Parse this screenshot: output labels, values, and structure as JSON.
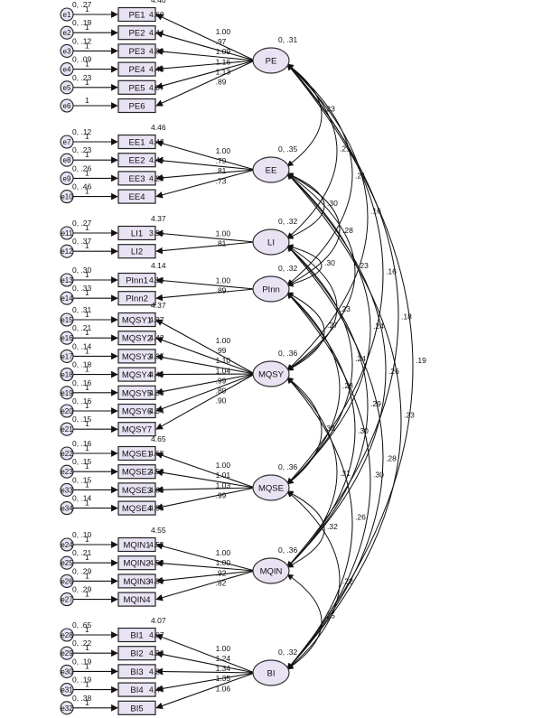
{
  "latents": [
    {
      "id": "PE",
      "label": "PE",
      "variance": "0, .31"
    },
    {
      "id": "EE",
      "label": "EE",
      "variance": "0, .35"
    },
    {
      "id": "LI",
      "label": "LI",
      "variance": "0, .32"
    },
    {
      "id": "PInn",
      "label": "PInn",
      "variance": "0, .32"
    },
    {
      "id": "MQSY",
      "label": "MQSY",
      "variance": "0, .36"
    },
    {
      "id": "MQSE",
      "label": "MQSE",
      "variance": "0, .36"
    },
    {
      "id": "MQIN",
      "label": "MQIN",
      "variance": "0, .36"
    },
    {
      "id": "BI",
      "label": "BI",
      "variance": "0, .32"
    }
  ],
  "groups": [
    {
      "latent": "PE",
      "top_label": "4.40",
      "indicators": [
        {
          "name": "PE1",
          "err": "e1",
          "err_var": "0, .27",
          "intercept": "4.60",
          "loading": "1.00"
        },
        {
          "name": "PE2",
          "err": "e2",
          "err_var": "0, .19",
          "intercept": "4.44",
          "loading": ".97"
        },
        {
          "name": "PE3",
          "err": "e3",
          "err_var": "0, .12",
          "intercept": "4.39",
          "loading": "1.09"
        },
        {
          "name": "PE4",
          "err": "e4",
          "err_var": "0, .09",
          "intercept": "4.43",
          "loading": "1.16"
        },
        {
          "name": "PE5",
          "err": "e5",
          "err_var": "0, .23",
          "intercept": "4.07",
          "loading": "1.13"
        },
        {
          "name": "PE6",
          "err": "e6",
          "err_var": "",
          "intercept": "",
          "loading": ".89"
        }
      ]
    },
    {
      "latent": "EE",
      "top_label": "4.46",
      "indicators": [
        {
          "name": "EE1",
          "err": "e7",
          "err_var": "0, .12",
          "intercept": "4.46",
          "loading": "1.00"
        },
        {
          "name": "EE2",
          "err": "e8",
          "err_var": "0, .23",
          "intercept": "4.46",
          "loading": ".79"
        },
        {
          "name": "EE3",
          "err": "e9",
          "err_var": "0, .26",
          "intercept": "4.29",
          "loading": ".81"
        },
        {
          "name": "EE4",
          "err": "e10",
          "err_var": "0, .46",
          "intercept": "",
          "loading": ".73"
        }
      ]
    },
    {
      "latent": "LI",
      "top_label": "4.37",
      "indicators": [
        {
          "name": "LI1",
          "err": "e11",
          "err_var": "0, .27",
          "intercept": "3.96",
          "loading": "1.00"
        },
        {
          "name": "LI2",
          "err": "e12",
          "err_var": "0, .37",
          "intercept": "",
          "loading": ".81"
        }
      ]
    },
    {
      "latent": "PInn",
      "top_label": "4.14",
      "indicators": [
        {
          "name": "PInn1",
          "err": "e13",
          "err_var": "0, .30",
          "intercept": "4.14",
          "loading": "1.00"
        },
        {
          "name": "PInn2",
          "err": "e14",
          "err_var": "0, .33",
          "intercept": "",
          "loading": ".89"
        }
      ]
    },
    {
      "latent": "MQSY",
      "top_label": "4.37",
      "indicators": [
        {
          "name": "MQSY1",
          "err": "e15",
          "err_var": "0, .31",
          "intercept": "4.37",
          "loading": "1.00"
        },
        {
          "name": "MQSY2",
          "err": "e16",
          "err_var": "0, .21",
          "intercept": "4.42",
          "loading": ".99"
        },
        {
          "name": "MQSY3",
          "err": "e17",
          "err_var": "0, .14",
          "intercept": "4.35",
          "loading": "1.10"
        },
        {
          "name": "MQSY4",
          "err": "e18",
          "err_var": "0, .18",
          "intercept": "4.44",
          "loading": "1.04"
        },
        {
          "name": "MQSY5",
          "err": "e19",
          "err_var": "0, .16",
          "intercept": "4.30",
          "loading": ".99"
        },
        {
          "name": "MQSY6",
          "err": "e20",
          "err_var": "0, .16",
          "intercept": "4.34",
          "loading": ".89"
        },
        {
          "name": "MQSY7",
          "err": "e21",
          "err_var": "0, .15",
          "intercept": "",
          "loading": ".90"
        }
      ]
    },
    {
      "latent": "MQSE",
      "top_label": "4.65",
      "indicators": [
        {
          "name": "MQSE1",
          "err": "e22",
          "err_var": "0, .16",
          "intercept": "4.65",
          "loading": "1.00"
        },
        {
          "name": "MQSE2",
          "err": "e23",
          "err_var": "0, .15",
          "intercept": "4.59",
          "loading": "1.01"
        },
        {
          "name": "MQSE3",
          "err": "e33",
          "err_var": "0, .15",
          "intercept": "4.64",
          "loading": "1.03"
        },
        {
          "name": "MQSE4",
          "err": "e34",
          "err_var": "0, .14",
          "intercept": "4.55",
          "loading": ".99"
        }
      ]
    },
    {
      "latent": "MQIN",
      "top_label": "4.55",
      "indicators": [
        {
          "name": "MQIN1",
          "err": "e24",
          "err_var": "0, .10",
          "intercept": "4.55",
          "loading": "1.00"
        },
        {
          "name": "MQIN2",
          "err": "e25",
          "err_var": "0, .21",
          "intercept": "4.58",
          "loading": "1.00"
        },
        {
          "name": "MQIN3",
          "err": "e26",
          "err_var": "0, .29",
          "intercept": "4.39",
          "loading": ".92"
        },
        {
          "name": "MQIN4",
          "err": "e27",
          "err_var": "0, .29",
          "intercept": "",
          "loading": ".82"
        }
      ]
    },
    {
      "latent": "BI",
      "top_label": "4.07",
      "indicators": [
        {
          "name": "BI1",
          "err": "e28",
          "err_var": "0, .65",
          "intercept": "4.07",
          "loading": "1.00"
        },
        {
          "name": "BI2",
          "err": "e29",
          "err_var": "0, .22",
          "intercept": "4.26",
          "loading": "1.24"
        },
        {
          "name": "BI3",
          "err": "e30",
          "err_var": "0, .19",
          "intercept": "4.21",
          "loading": "1.34"
        },
        {
          "name": "BI4",
          "err": "e31",
          "err_var": "0, .19",
          "intercept": "4.44",
          "loading": "1.35"
        },
        {
          "name": "BI5",
          "err": "e32",
          "err_var": "0, .38",
          "intercept": "",
          "loading": "1.06"
        }
      ]
    }
  ],
  "covariances": [
    {
      "a": "PE",
      "b": "EE",
      "value": ".33"
    },
    {
      "a": "PE",
      "b": "LI",
      "value": ".21"
    },
    {
      "a": "PE",
      "b": "PInn",
      "value": ".21"
    },
    {
      "a": "PE",
      "b": "MQSY",
      "value": ".16"
    },
    {
      "a": "PE",
      "b": "MQSE",
      "value": ".16"
    },
    {
      "a": "PE",
      "b": "MQIN",
      "value": ".18"
    },
    {
      "a": "PE",
      "b": "BI",
      "value": ".19"
    },
    {
      "a": "EE",
      "b": "LI",
      "value": ".30"
    },
    {
      "a": "EE",
      "b": "PInn",
      "value": ".28"
    },
    {
      "a": "EE",
      "b": "MQSY",
      "value": ".23"
    },
    {
      "a": "EE",
      "b": "MQSE",
      "value": ".24"
    },
    {
      "a": "EE",
      "b": "MQIN",
      "value": ".26"
    },
    {
      "a": "EE",
      "b": "BI",
      "value": ".23"
    },
    {
      "a": "LI",
      "b": "PInn",
      "value": ".30"
    },
    {
      "a": "LI",
      "b": "MQSY",
      "value": ".23"
    },
    {
      "a": "LI",
      "b": "MQSE",
      "value": ".24"
    },
    {
      "a": "LI",
      "b": "MQIN",
      "value": ".29"
    },
    {
      "a": "LI",
      "b": "BI",
      "value": ".28"
    },
    {
      "a": "PInn",
      "b": "MQSY",
      "value": ".27"
    },
    {
      "a": "PInn",
      "b": "MQSE",
      "value": ".28"
    },
    {
      "a": "PInn",
      "b": "MQIN",
      "value": ".30"
    },
    {
      "a": "PInn",
      "b": "BI",
      "value": ".30"
    },
    {
      "a": "MQSY",
      "b": "MQSE",
      "value": ".33"
    },
    {
      "a": "MQSY",
      "b": "MQIN",
      "value": ".31"
    },
    {
      "a": "MQSY",
      "b": "BI",
      "value": ".26"
    },
    {
      "a": "MQSE",
      "b": "MQIN",
      "value": ".32"
    },
    {
      "a": "MQSE",
      "b": "BI",
      "value": ".22"
    },
    {
      "a": "MQIN",
      "b": "BI",
      "value": ".25"
    }
  ]
}
